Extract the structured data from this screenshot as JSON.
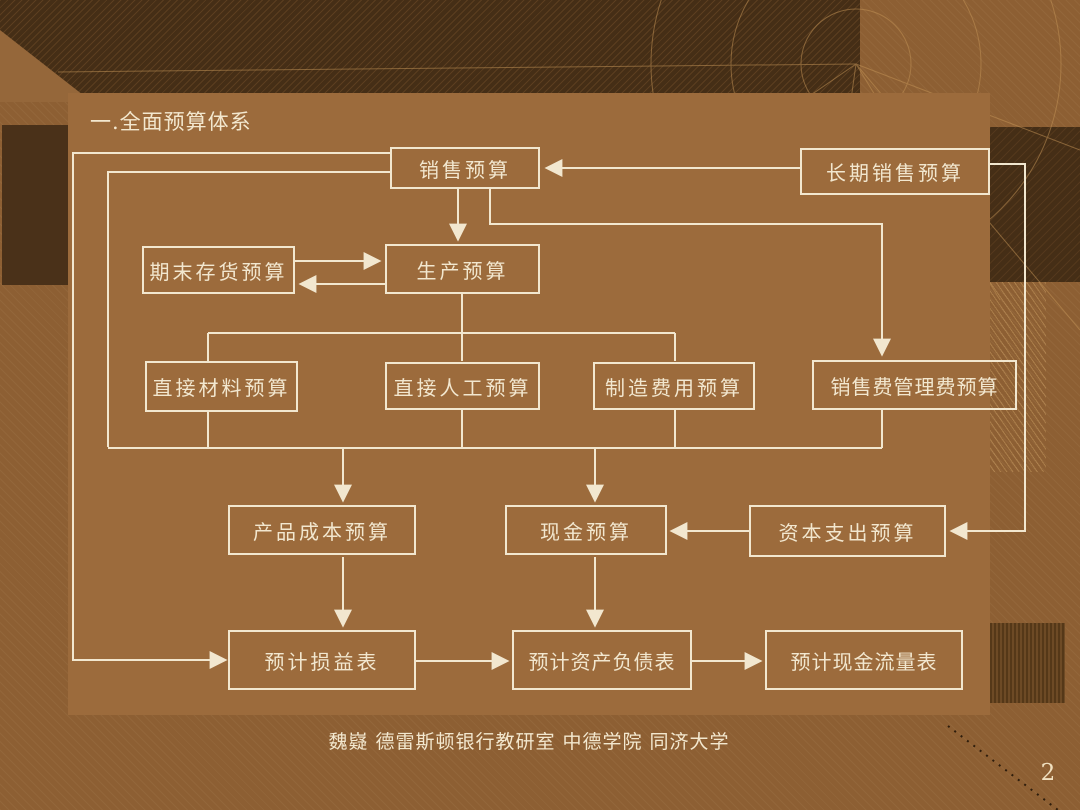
{
  "slide": {
    "title": "一.全面预算体系",
    "footer_credit": "魏嶷  德雷斯顿银行教研室 中德学院  同济大学",
    "page_number": "2"
  },
  "colors": {
    "background": "#8d5f33",
    "panel": "#9c6b3c",
    "dark_accent": "#452e16",
    "line_cream": "#f2e7cf"
  },
  "flowchart": {
    "nodes": {
      "sales": {
        "label": "销售预算"
      },
      "long_term_sales": {
        "label": "长期销售预算"
      },
      "ending_inventory": {
        "label": "期末存货预算"
      },
      "production": {
        "label": "生产预算"
      },
      "direct_materials": {
        "label": "直接材料预算"
      },
      "direct_labor": {
        "label": "直接人工预算"
      },
      "manufacturing_overhead": {
        "label": "制造费用预算"
      },
      "selling_admin": {
        "label": "销售费管理费预算"
      },
      "product_cost": {
        "label": "产品成本预算"
      },
      "cash": {
        "label": "现金预算"
      },
      "capital_expenditure": {
        "label": "资本支出预算"
      },
      "income_statement": {
        "label": "预计损益表"
      },
      "balance_sheet": {
        "label": "预计资产负债表"
      },
      "cash_flow_statement": {
        "label": "预计现金流量表"
      }
    },
    "edges": [
      {
        "from": "long_term_sales",
        "to": "sales"
      },
      {
        "from": "long_term_sales",
        "to": "capital_expenditure"
      },
      {
        "from": "sales",
        "to": "production"
      },
      {
        "from": "sales",
        "to": "selling_admin"
      },
      {
        "from": "sales",
        "to": "income_statement"
      },
      {
        "from": "ending_inventory",
        "to": "production"
      },
      {
        "from": "production",
        "to": "ending_inventory"
      },
      {
        "from": "production",
        "to": "direct_materials"
      },
      {
        "from": "production",
        "to": "direct_labor"
      },
      {
        "from": "production",
        "to": "manufacturing_overhead"
      },
      {
        "from": [
          "direct_materials",
          "direct_labor",
          "manufacturing_overhead",
          "selling_admin",
          "sales"
        ],
        "to": "product_cost"
      },
      {
        "from": [
          "direct_materials",
          "direct_labor",
          "manufacturing_overhead",
          "selling_admin",
          "sales"
        ],
        "to": "cash"
      },
      {
        "from": "capital_expenditure",
        "to": "cash"
      },
      {
        "from": "product_cost",
        "to": "income_statement"
      },
      {
        "from": "cash",
        "to": "balance_sheet"
      },
      {
        "from": "income_statement",
        "to": "balance_sheet"
      },
      {
        "from": "balance_sheet",
        "to": "cash_flow_statement"
      }
    ]
  }
}
